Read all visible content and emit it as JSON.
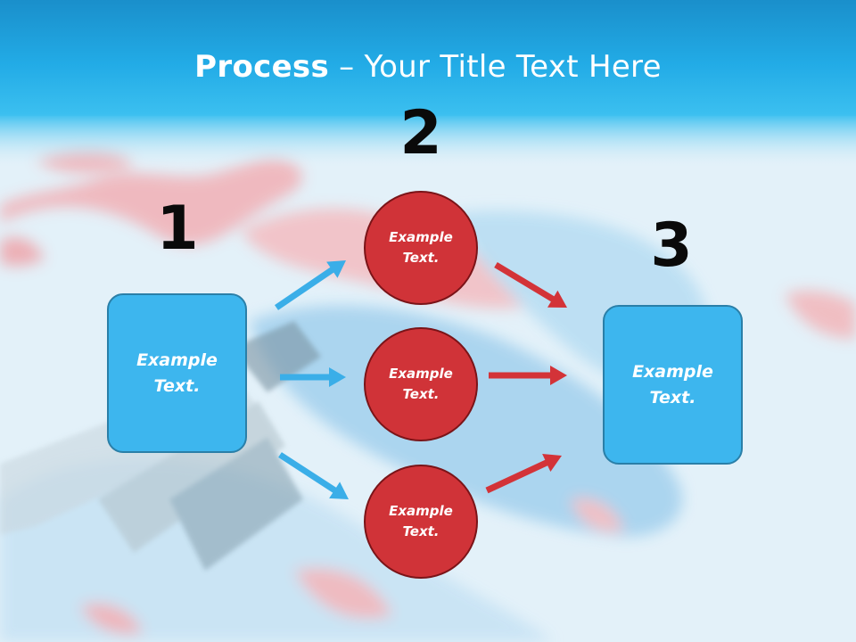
{
  "title": {
    "bold": "Process",
    "rest": " – Your Title Text Here"
  },
  "steps": [
    {
      "number": "1",
      "box_text": "Example\nText."
    },
    {
      "number": "2",
      "circles": [
        "Example\nText.",
        "Example\nText.",
        "Example\nText."
      ]
    },
    {
      "number": "3",
      "box_text": "Example\nText."
    }
  ],
  "colors": {
    "header_blue": "#1fa9e3",
    "box_blue": "#3db6ee",
    "circle_red": "#d03338",
    "arrow_blue": "#3aaee8",
    "arrow_red": "#d33338"
  }
}
